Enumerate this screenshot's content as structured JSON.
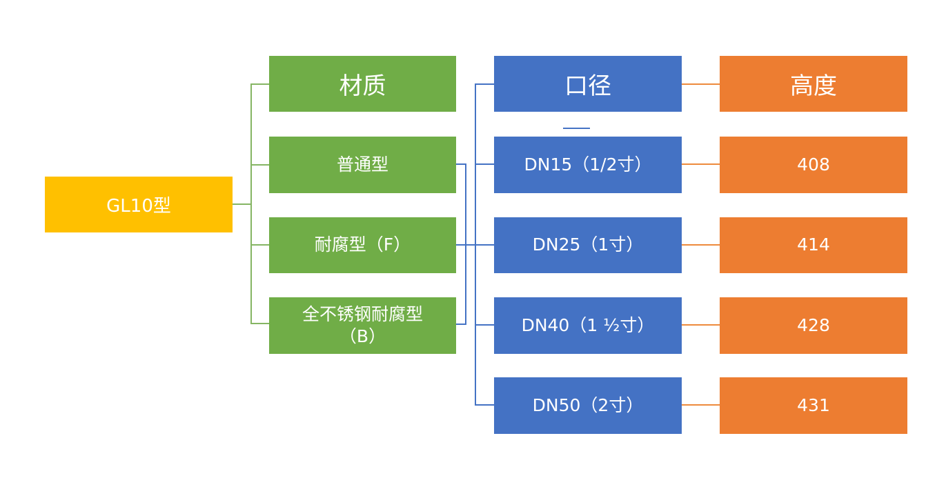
{
  "diagram": {
    "root": {
      "label": "GL10型"
    },
    "material": {
      "header": "材质",
      "items": [
        "普通型",
        "耐腐型（F）",
        "全不锈钢耐腐型（B）"
      ]
    },
    "diameter": {
      "header": "口径",
      "items": [
        "DN15（1/2寸）",
        "DN25（1寸）",
        "DN40（1 ½寸）",
        "DN50（2寸）"
      ]
    },
    "height": {
      "header": "高度",
      "items": [
        "408",
        "414",
        "428",
        "431"
      ]
    }
  },
  "colors": {
    "yellow": "#FFC000",
    "green": "#70AD47",
    "blue": "#4472C4",
    "orange": "#ED7D31",
    "lineGreen": "#85B563",
    "lineBlue": "#4472C4",
    "lineOrange": "#ED8A3C",
    "text": "#FFFFFF"
  }
}
